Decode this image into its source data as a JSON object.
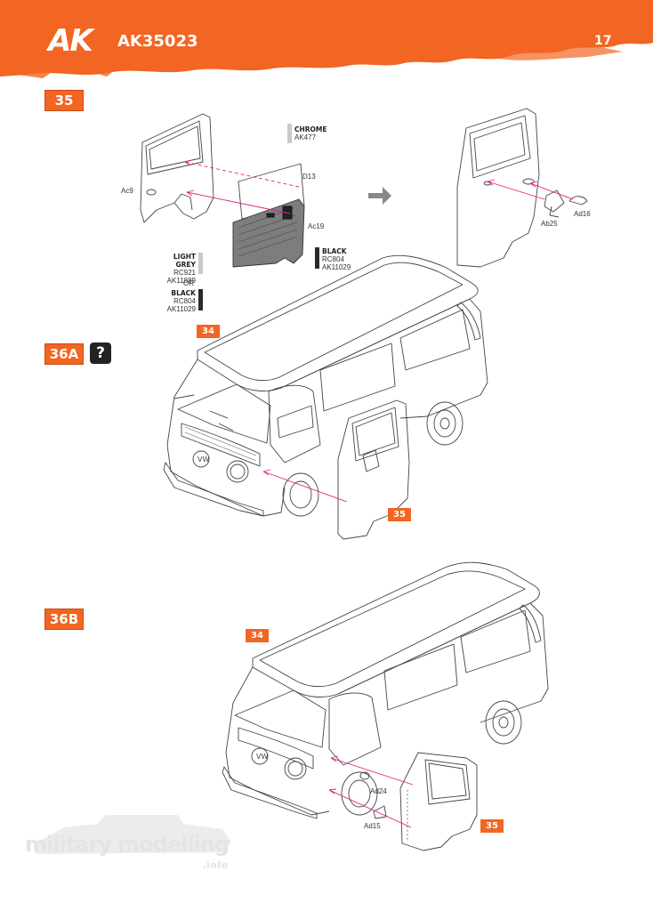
{
  "header": {
    "brand": "AK",
    "product_code": "AK35023",
    "page_number": "17",
    "accent_color": "#f26522"
  },
  "steps": {
    "s35": "35",
    "s36a": "36A",
    "s36b": "36B",
    "help_icon": "?"
  },
  "refs": {
    "r34_a": "34",
    "r35_a": "35",
    "r34_b": "34",
    "r35_b": "35"
  },
  "parts": {
    "ac9": "Ac9",
    "d13": "D13",
    "ac19": "Ac19",
    "ab25": "Ab25",
    "ad16": "Ad16",
    "ad24": "Ad24",
    "ad15": "Ad15"
  },
  "paints": {
    "chrome": {
      "name": "CHROME",
      "code1": "AK477",
      "color": "#c8c8c8"
    },
    "black_a": {
      "name": "BLACK",
      "code1": "RC804",
      "code2": "AK11029",
      "color": "#2a2a2a"
    },
    "light_grey": {
      "name": "LIGHT GREY",
      "code1": "RC921",
      "code2": "AK11889",
      "color": "#c9c9c9"
    },
    "or_text": "OR",
    "black_b": {
      "name": "BLACK",
      "code1": "RC804",
      "code2": "AK11029",
      "color": "#2a2a2a"
    }
  },
  "watermark": {
    "line1": "military modelling",
    "line2": ".info"
  }
}
